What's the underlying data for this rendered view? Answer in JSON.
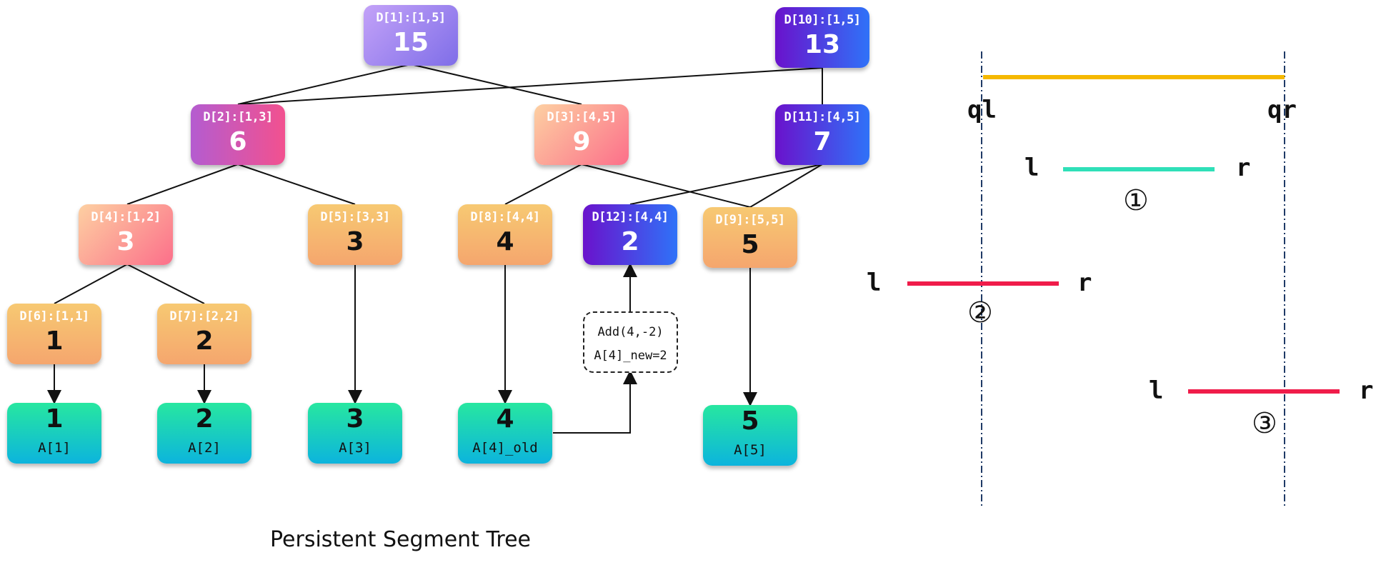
{
  "tree": {
    "caption": "Persistent Segment Tree",
    "nodes": {
      "d1": {
        "label": "D[1]:[1,5]",
        "value": "15"
      },
      "d10": {
        "label": "D[10]:[1,5]",
        "value": "13"
      },
      "d2": {
        "label": "D[2]:[1,3]",
        "value": "6"
      },
      "d3": {
        "label": "D[3]:[4,5]",
        "value": "9"
      },
      "d11": {
        "label": "D[11]:[4,5]",
        "value": "7"
      },
      "d4": {
        "label": "D[4]:[1,2]",
        "value": "3"
      },
      "d5": {
        "label": "D[5]:[3,3]",
        "value": "3"
      },
      "d8": {
        "label": "D[8]:[4,4]",
        "value": "4"
      },
      "d12": {
        "label": "D[12]:[4,4]",
        "value": "2"
      },
      "d9": {
        "label": "D[9]:[5,5]",
        "value": "5"
      },
      "d6": {
        "label": "D[6]:[1,1]",
        "value": "1"
      },
      "d7": {
        "label": "D[7]:[2,2]",
        "value": "2"
      }
    },
    "leaves": {
      "a1": {
        "value": "1",
        "label": "A[1]"
      },
      "a2": {
        "value": "2",
        "label": "A[2]"
      },
      "a3": {
        "value": "3",
        "label": "A[3]"
      },
      "a4": {
        "value": "4",
        "label": "A[4]_old"
      },
      "a5": {
        "value": "5",
        "label": "A[5]"
      }
    },
    "update_note": {
      "line1": "Add(4,-2)",
      "line2": "A[4]_new=2"
    }
  },
  "interval": {
    "query_left": "ql",
    "query_right": "qr",
    "cases": [
      {
        "left": "l",
        "right": "r",
        "marker": "①"
      },
      {
        "left": "l",
        "right": "r",
        "marker": "②"
      },
      {
        "left": "l",
        "right": "r",
        "marker": "③"
      }
    ]
  },
  "colors": {
    "query_bar": "#f5b800",
    "case1_bar": "#2fe0b8",
    "case_overlap_bar": "#f01c4a",
    "guide_line": "#1f3a66"
  }
}
